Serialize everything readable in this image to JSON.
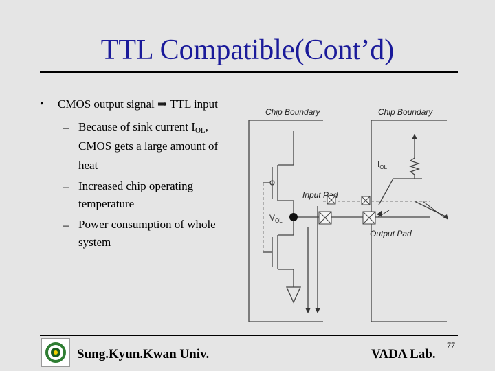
{
  "slide": {
    "title": "TTL Compatible(Cont’d)",
    "bullet_symbol": "•",
    "bullet": "CMOS output signal  ⇒ TTL input",
    "dash_symbol": "–",
    "sub1_line1_pre": "Because of sink current I",
    "sub1_line1_sub": "OL",
    "sub1_line1_post": ",",
    "sub1_line2": "CMOS gets a large amount of",
    "sub1_line3": "heat",
    "sub2_line1": "Increased chip operating",
    "sub2_line2": "temperature",
    "sub3_line1": "Power consumption of whole",
    "sub3_line2": "system"
  },
  "diagram": {
    "chip_boundary_left": "Chip Boundary",
    "chip_boundary_right": "Chip Boundary",
    "iol_label_main": "I",
    "iol_label_sub": "OL",
    "input_pad": "Input Pad",
    "output_pad": "Output Pad",
    "vol_label_main": "V",
    "vol_label_sub": "OL"
  },
  "footer": {
    "university": "Sung.Kyun.Kwan Univ.",
    "lab": "VADA Lab.",
    "page": "77"
  }
}
